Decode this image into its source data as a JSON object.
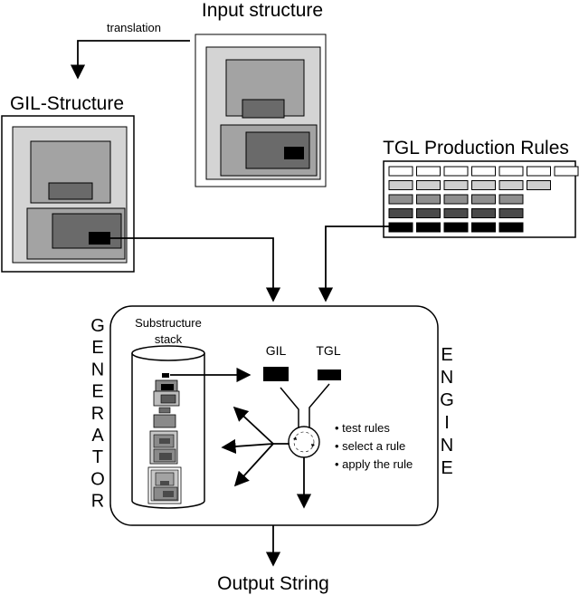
{
  "labels": {
    "input_structure": "Input structure",
    "translation": "translation",
    "gil_structure": "GIL-Structure",
    "tgl_rules": "TGL Production Rules",
    "substructure_line1": "Substructure",
    "substructure_line2": "stack",
    "gil": "GIL",
    "tgl": "TGL",
    "output": "Output String"
  },
  "generator_letters": [
    "G",
    "E",
    "N",
    "E",
    "R",
    "A",
    "T",
    "O",
    "R"
  ],
  "engine_letters": [
    "E",
    "N",
    "G",
    "I",
    "N",
    "E"
  ],
  "engine_steps": [
    "• test rules",
    "• select a rule",
    "• apply the rule"
  ],
  "rule_rows": [
    {
      "fill": "#ffffff",
      "count": 7
    },
    {
      "fill": "#cfcfcf",
      "count": 6
    },
    {
      "fill": "#8e8e8e",
      "count": 5
    },
    {
      "fill": "#4a4a4a",
      "count": 5
    },
    {
      "fill": "#000000",
      "count": 5
    }
  ],
  "colors": {
    "stroke": "#000000",
    "light": "#d4d4d4",
    "mid": "#a3a3a3",
    "dark": "#6a6a6a",
    "darker": "#4f4f4f"
  }
}
